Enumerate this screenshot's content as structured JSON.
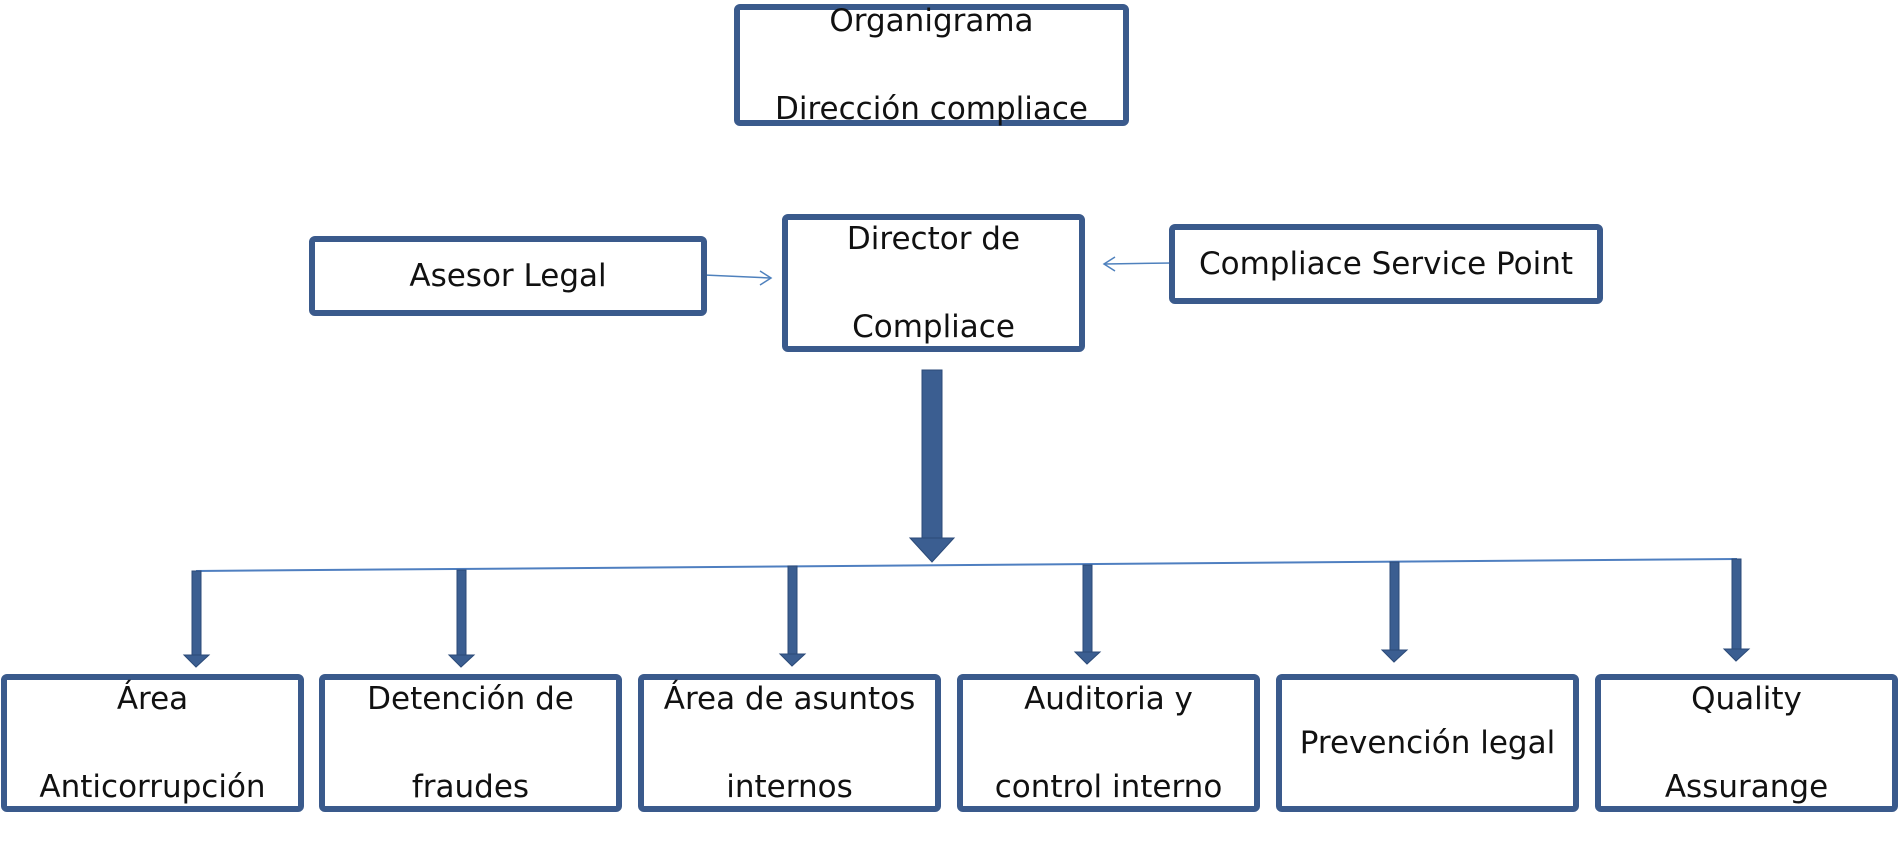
{
  "title_box": {
    "line1": "Organigrama",
    "line2": "Dirección compliace"
  },
  "director": {
    "line1": "Director de",
    "line2": "Compliace"
  },
  "advisor": {
    "label": "Asesor Legal"
  },
  "service_point": {
    "label": "Compliace Service Point"
  },
  "areas": [
    {
      "key": "anticorrupcion",
      "line1": "Área",
      "line2": "Anticorrupción"
    },
    {
      "key": "fraudes",
      "line1": "Detención de",
      "line2": "fraudes"
    },
    {
      "key": "asuntos-internos",
      "line1": "Área de asuntos",
      "line2": "internos"
    },
    {
      "key": "auditoria",
      "line1": "Auditoria y",
      "line2": "control interno"
    },
    {
      "key": "prevencion",
      "line1": "Prevención legal",
      "line2": ""
    },
    {
      "key": "quality",
      "line1": "Quality",
      "line2": "Assurange"
    }
  ],
  "colors": {
    "box_border": "#3a5a8c",
    "connector": "#4f7fc0",
    "block_arrow": "#3b5e91"
  }
}
